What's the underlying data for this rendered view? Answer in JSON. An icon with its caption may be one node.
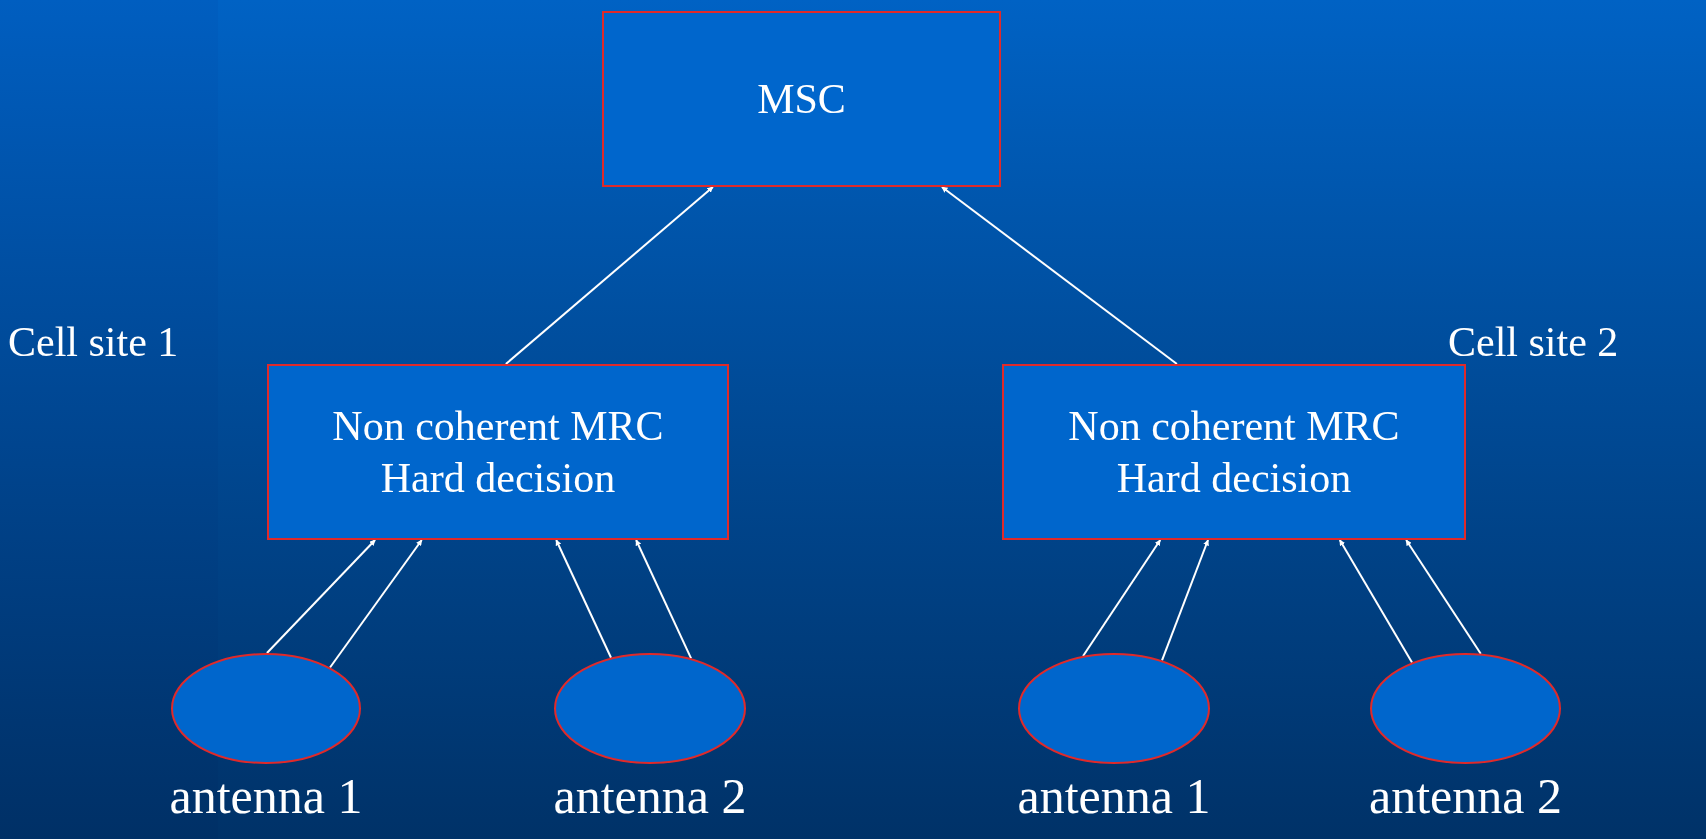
{
  "diagram": {
    "nodes": [
      {
        "text": [
          "MSC"
        ]
      },
      {
        "text": [
          "Non coherent MRC",
          "Hard decision"
        ],
        "beside": [
          "Cell site 1"
        ]
      },
      {
        "text": [
          "Non coherent MRC",
          "Hard decision"
        ],
        "beside": [
          "Cell site 2"
        ]
      },
      {
        "text": [
          "antenna 1"
        ]
      },
      {
        "text": [
          "antenna 2"
        ]
      },
      {
        "text": [
          "antenna 1"
        ]
      },
      {
        "text": [
          "antenna 2"
        ]
      }
    ],
    "edges": [
      {
        "from": 1,
        "to": 0,
        "arrow": "to"
      },
      {
        "from": 2,
        "to": 0,
        "arrow": "to"
      },
      {
        "from": 3,
        "to": 1,
        "arrow": "to"
      },
      {
        "from": 3,
        "to": 1,
        "arrow": "to"
      },
      {
        "from": 4,
        "to": 1,
        "arrow": "to"
      },
      {
        "from": 4,
        "to": 1,
        "arrow": "to"
      },
      {
        "from": 5,
        "to": 2,
        "arrow": "to"
      },
      {
        "from": 5,
        "to": 2,
        "arrow": "to"
      },
      {
        "from": 6,
        "to": 2,
        "arrow": "to"
      },
      {
        "from": 6,
        "to": 2,
        "arrow": "to"
      }
    ]
  }
}
